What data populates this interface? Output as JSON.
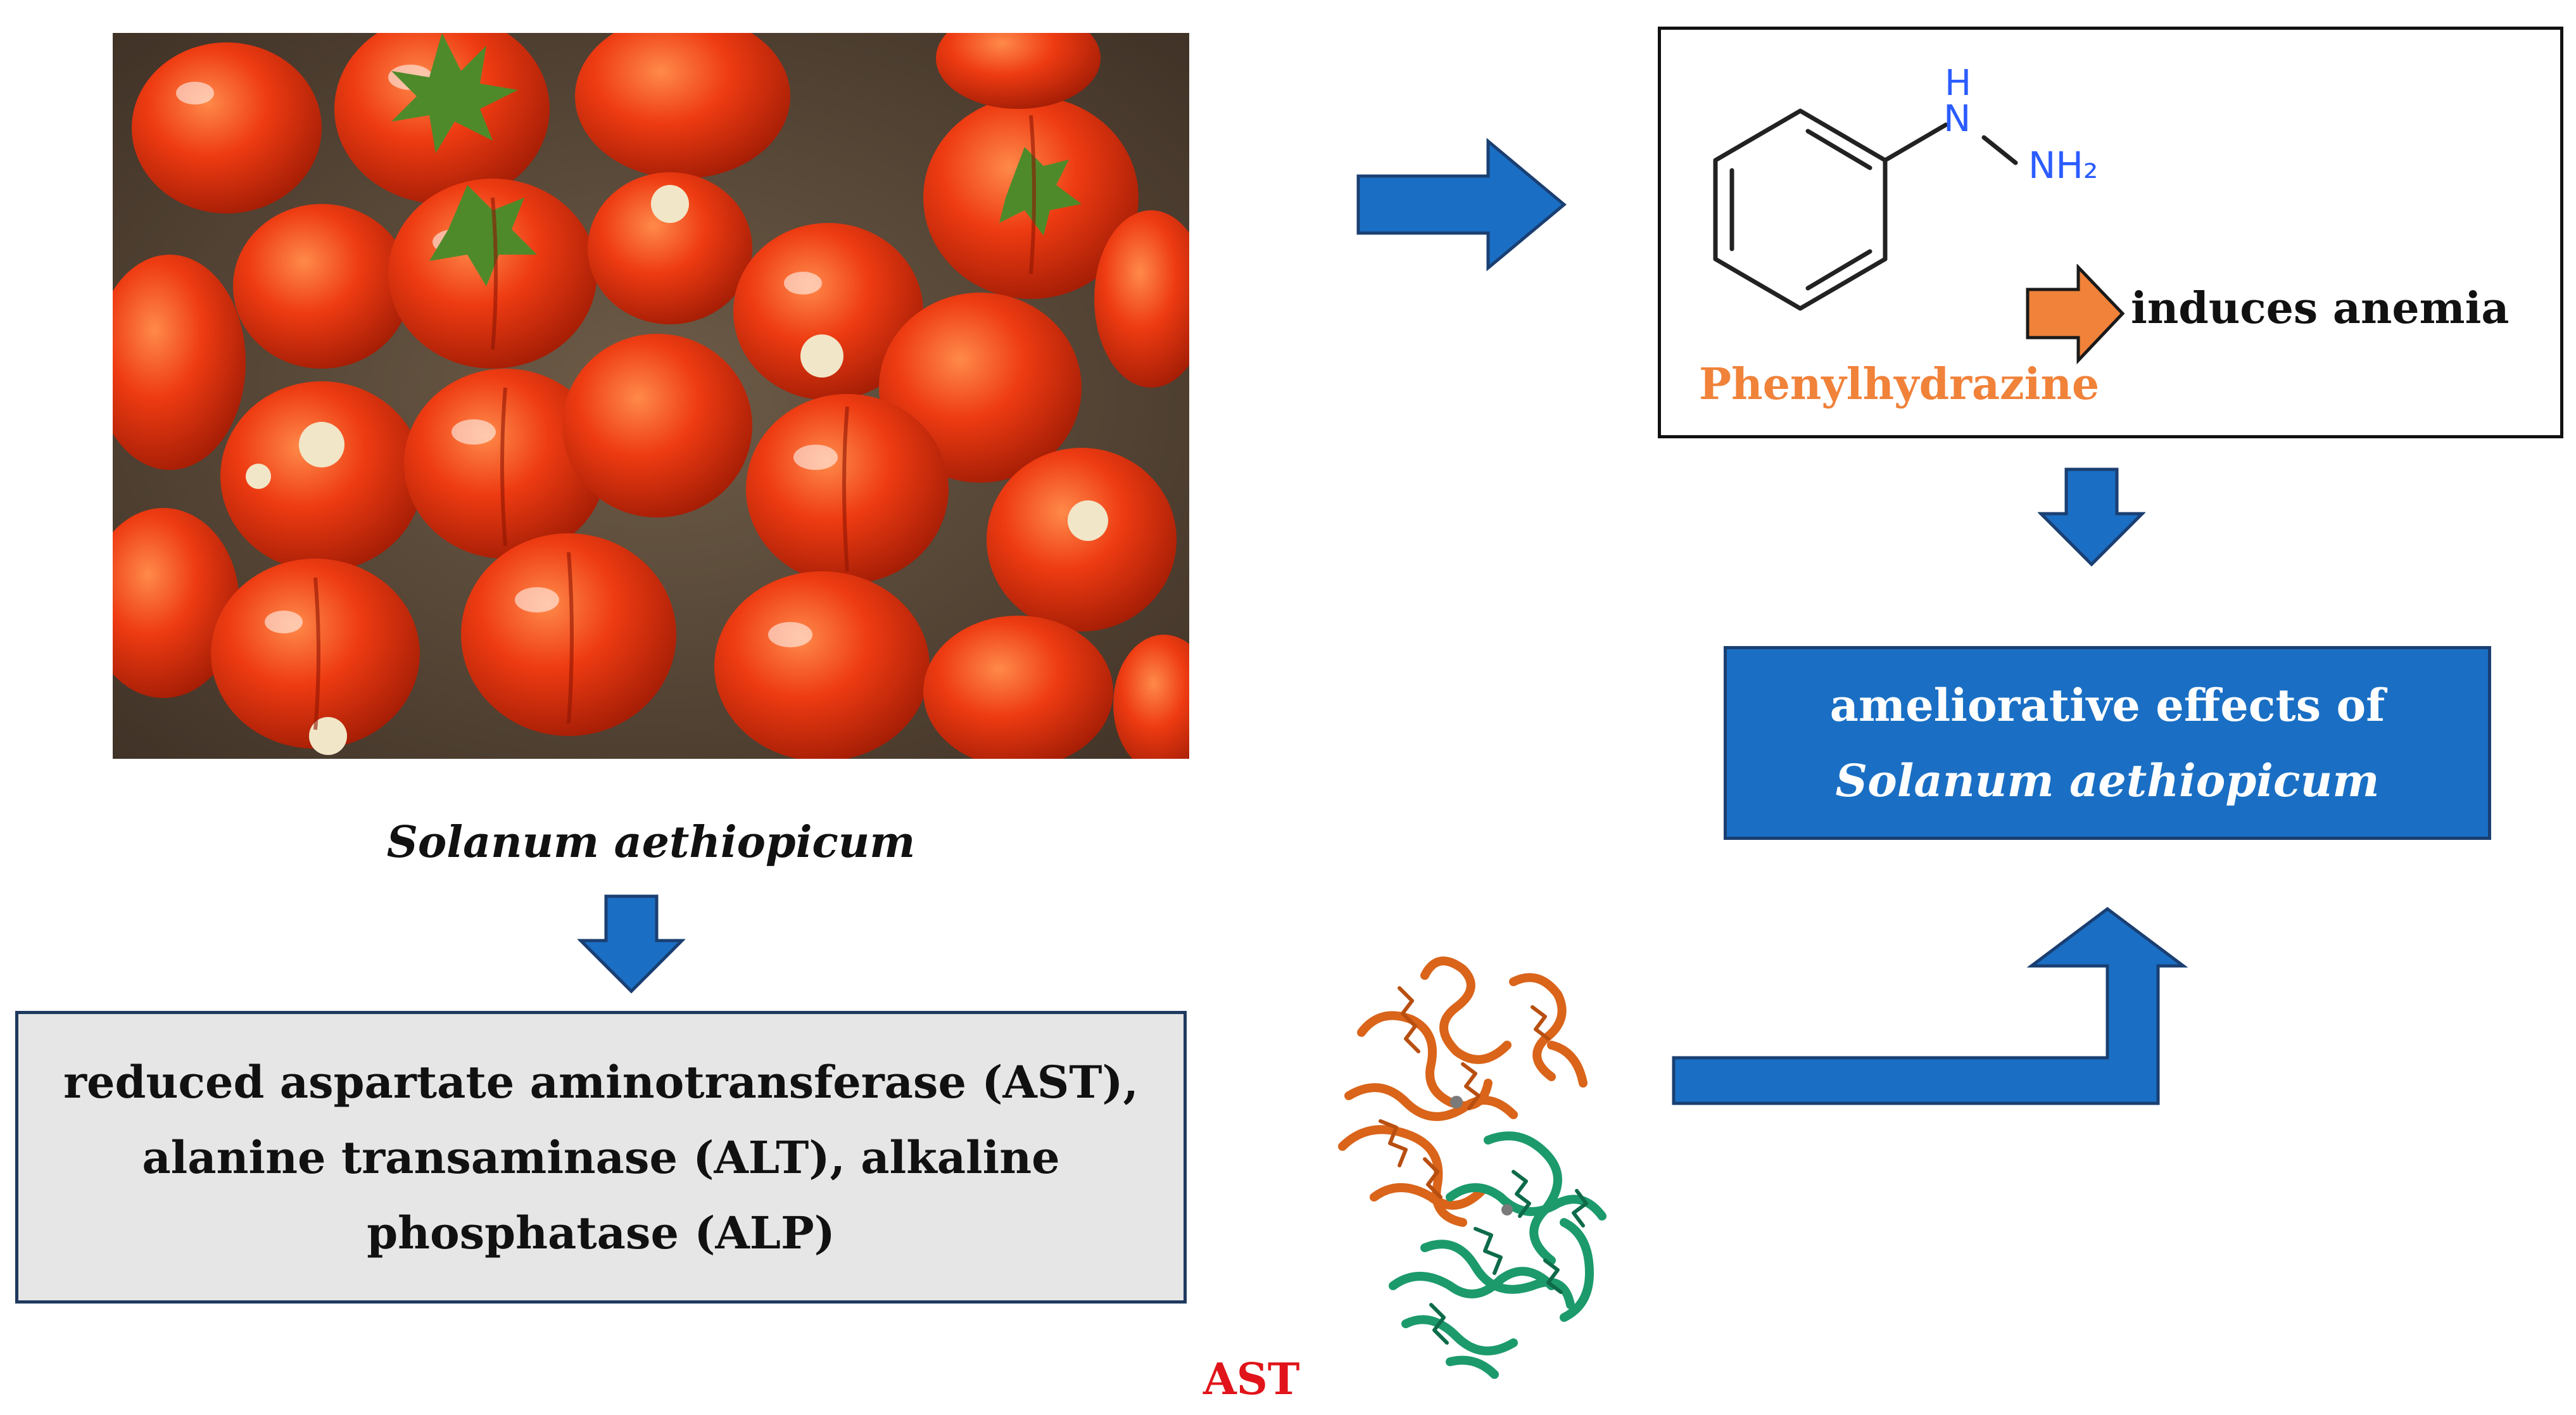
{
  "left_panel": {
    "species_caption": "Solanum aethiopicum",
    "effects_text": "reduced aspartate aminotransferase (AST), alanine transaminase (ALT), alkaline phosphatase (ALP)"
  },
  "molecule_panel": {
    "compound_name": "Phenylhydrazine",
    "atom_label_n": "N",
    "atom_label_h": "H",
    "atom_label_nh2": "NH₂",
    "effect_text": "induces anemia"
  },
  "outcome_box": {
    "text_plain": "ameliorative effects of ",
    "text_italic": "Solanum aethiopicum"
  },
  "protein_panel": {
    "label": "AST"
  },
  "colors": {
    "arrow_blue": "#1a6fc4",
    "arrow_outline": "#1a3f72",
    "orange": "#f0823a",
    "red_label": "#e0141a",
    "protein_orange": "#d9641a",
    "protein_green": "#1c9a6c"
  }
}
